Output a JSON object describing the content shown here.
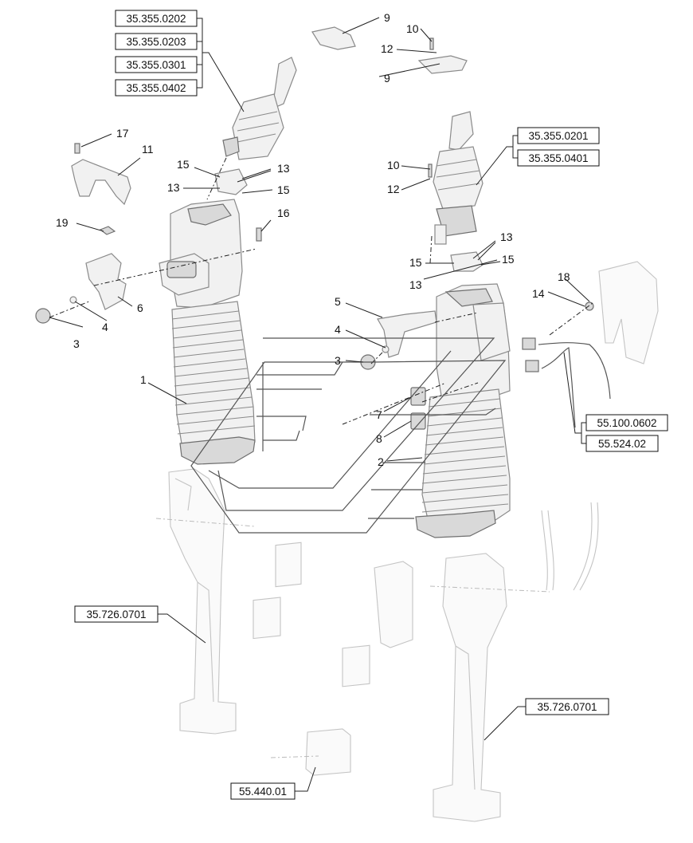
{
  "refs": {
    "r0202": "35.355.0202",
    "r0203": "35.355.0203",
    "r0301": "35.355.0301",
    "r0402": "35.355.0402",
    "r0201": "35.355.0201",
    "r0401": "35.355.0401",
    "r0602": "55.100.0602",
    "r52402": "55.524.02",
    "r0701a": "35.726.0701",
    "r0701b": "35.726.0701",
    "r44001": "55.440.01"
  },
  "callouts": {
    "n1": "1",
    "n2": "2",
    "n3a": "3",
    "n3b": "3",
    "n4a": "4",
    "n4b": "4",
    "n5": "5",
    "n6": "6",
    "n7": "7",
    "n8": "8",
    "n9a": "9",
    "n9b": "9",
    "n10a": "10",
    "n10b": "10",
    "n11": "11",
    "n12a": "12",
    "n12b": "12",
    "n13a": "13",
    "n13b": "13",
    "n13c": "13",
    "n13d": "13",
    "n14": "14",
    "n15a": "15",
    "n15b": "15",
    "n15c": "15",
    "n15d": "15",
    "n16": "16",
    "n17": "17",
    "n18": "18",
    "n19": "19"
  },
  "colors": {
    "line": "#222222",
    "part_fill": "#f1f1f1",
    "part_stroke": "#8a8a8a",
    "ghost": "#c4c4c4"
  }
}
